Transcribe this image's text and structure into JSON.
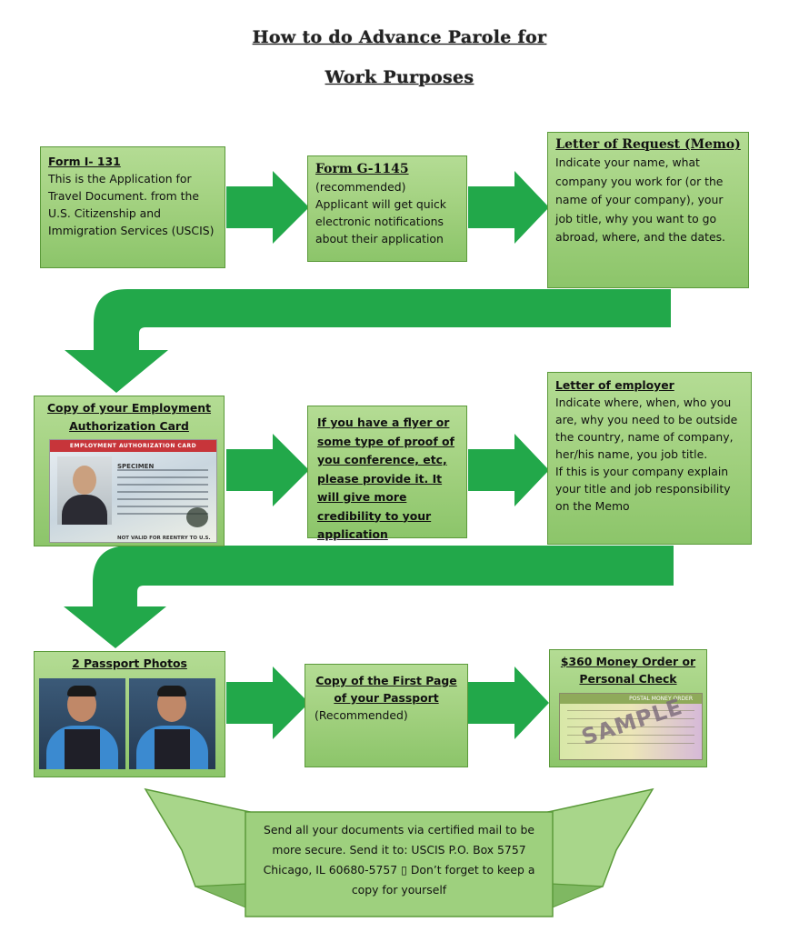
{
  "title": {
    "line1": "How to do Advance Parole for",
    "line2": "Work Purposes"
  },
  "steps": {
    "i131": {
      "heading": "Form I- 131",
      "text": "This is the Application for Travel Document. from the U.S. Citizenship and Immigration Services (USCIS)"
    },
    "g1145": {
      "heading": "Form G-1145",
      "sub": "(recommended)",
      "text": "Applicant will get quick electronic notifications about their application"
    },
    "memo": {
      "heading": "Letter of Request (Memo)",
      "text": "Indicate your name, what company you work for (or the name of your company), your job title, why you want to go abroad, where, and the dates."
    },
    "ead": {
      "heading": "Copy of your Employment Authorization Card",
      "card_header": "EMPLOYMENT AUTHORIZATION CARD",
      "card_sample": "SPECIMEN",
      "card_footer": "NOT VALID FOR REENTRY TO U.S."
    },
    "flyer": {
      "text": "If you have a flyer or some type of proof of you conference, etc, please provide it. It will give more credibility to your application"
    },
    "employer": {
      "heading": "Letter of employer",
      "text1": "Indicate where, when, who you are, why you need to be outside the country, name of company, her/his name, you job title.",
      "text2": "If this is your company explain your title and job responsibility on the Memo"
    },
    "photos": {
      "heading": "2 Passport Photos"
    },
    "passport": {
      "heading": "Copy of the First Page of your Passport",
      "sub": "(Recommended)"
    },
    "money": {
      "heading": "$360 Money Order or Personal Check",
      "order_header": "POSTAL MONEY ORDER",
      "stamp": "SAMPLE"
    }
  },
  "footer": {
    "text": "Send all your documents via certified mail to be more secure. Send it to: USCIS P.O. Box 5757 Chicago, IL 60680-5757 ▯ Don’t forget to keep a copy for yourself"
  },
  "colors": {
    "arrow": "#22a84a",
    "box_fill": "#a3d281",
    "box_border": "#5b9a3a",
    "ribbon": "#9ed07e"
  }
}
